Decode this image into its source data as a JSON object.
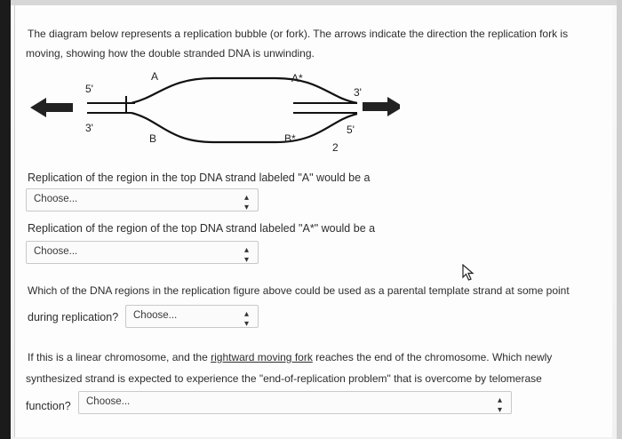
{
  "intro": {
    "line1": "The diagram below represents a replication bubble (or fork). The arrows indicate the direction the replication fork is",
    "line2": "moving, showing how the double stranded DNA is unwinding."
  },
  "diagram": {
    "label_a": "A",
    "label_a_star": "A*",
    "label_b": "B",
    "label_b_star": "B*",
    "five_prime_top": "5'",
    "three_prime_top": "3'",
    "three_prime_bottom": "3'",
    "five_prime_bottom": "5'",
    "number": "2"
  },
  "q1": {
    "text": "Replication of the region in the top DNA strand labeled \"A\" would be a",
    "select_value": "Choose..."
  },
  "q2": {
    "text": "Replication of the region of the top DNA strand labeled \"A*\" would be a",
    "select_value": "Choose..."
  },
  "q3": {
    "line1": "Which of the DNA regions in the replication figure above could be used as a parental template strand at some point",
    "line2": "during replication?",
    "select_value": "Choose..."
  },
  "q4": {
    "line1_pre": "If this is a linear chromosome, and the ",
    "line1_link": "rightward moving fork",
    "line1_post": " reaches the end of the chromosome. Which newly",
    "line2": "synthesized strand is expected to experience the \"end-of-replication problem\" that is overcome by telomerase",
    "line3": "function?",
    "select_value": "Choose..."
  }
}
